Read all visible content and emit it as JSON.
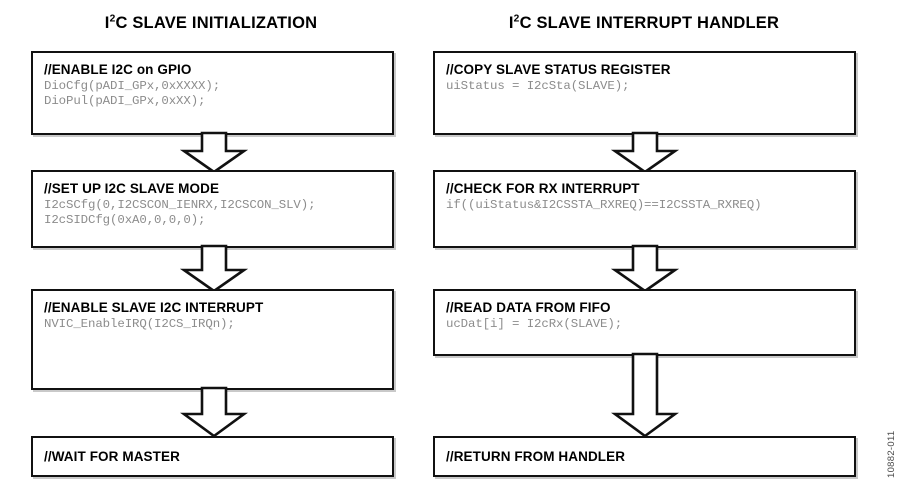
{
  "figure": {
    "id_label": "10882-011"
  },
  "columns": [
    {
      "key": "initialization",
      "title_prefix": "I",
      "title_sup": "2",
      "title_rest": "C SLAVE INITIALIZATION",
      "steps": [
        {
          "heading": "//ENABLE I2C on GPIO",
          "code": "DioCfg(pADI_GPx,0xXXXX);\nDioPul(pADI_GPx,0xXX);"
        },
        {
          "heading": "//SET UP I2C SLAVE MODE",
          "code": "I2cSCfg(0,I2CSCON_IENRX,I2CSCON_SLV);\nI2cSIDCfg(0xA0,0,0,0);"
        },
        {
          "heading": "//ENABLE SLAVE I2C INTERRUPT",
          "code": "NVIC_EnableIRQ(I2CS_IRQn);"
        },
        {
          "heading": "//WAIT FOR MASTER",
          "code": ""
        }
      ]
    },
    {
      "key": "interrupt_handler",
      "title_prefix": "I",
      "title_sup": "2",
      "title_rest": "C SLAVE INTERRUPT HANDLER",
      "steps": [
        {
          "heading": "//COPY SLAVE STATUS REGISTER",
          "code": "uiStatus = I2cSta(SLAVE);"
        },
        {
          "heading": "//CHECK FOR RX INTERRUPT",
          "code": "if((uiStatus&I2CSSTA_RXREQ)==I2CSSTA_RXREQ)"
        },
        {
          "heading": "//READ DATA FROM FIFO",
          "code": "ucDat[i] = I2cRx(SLAVE);"
        },
        {
          "heading": "//RETURN FROM HANDLER",
          "code": ""
        }
      ]
    }
  ],
  "colors": {
    "border": "#111111",
    "code_text": "#8c8c8c",
    "heading_text": "#000000",
    "background": "#ffffff",
    "shadow": "#c9c9c9"
  }
}
